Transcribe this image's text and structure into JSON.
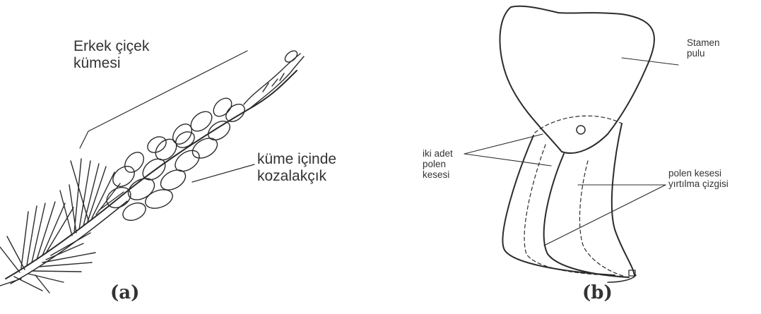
{
  "figure_a": {
    "labels": {
      "male_cluster": "Erkek çiçek\nkümesi",
      "cone_in_cluster": "küme içinde\nkozalakçık"
    },
    "caption": "(a)"
  },
  "figure_b": {
    "labels": {
      "stamen_scale": "Stamen\npulu",
      "two_pollen_sacs": "iki adet\npolen\nkesesi",
      "dehiscence_line": "polen kesesi\nyırtılma çizgisi"
    },
    "caption": "(b)"
  },
  "colors": {
    "ink": "#333333",
    "line": "#2b2b2b",
    "background": "#ffffff"
  }
}
